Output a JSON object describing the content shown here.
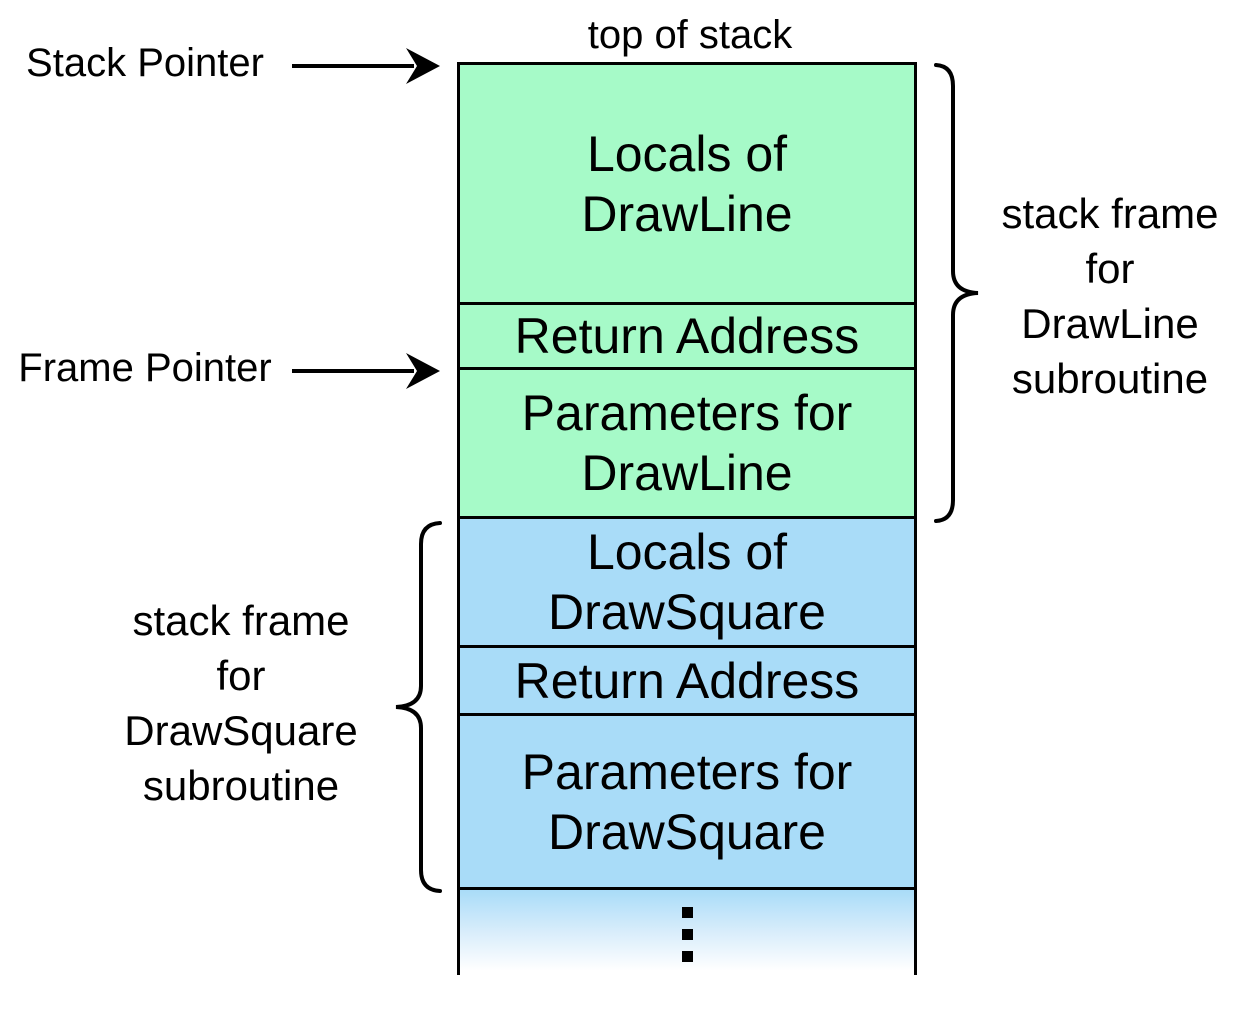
{
  "diagram": {
    "top_label": "top of stack",
    "stack_pointer": {
      "label": "Stack Pointer"
    },
    "frame_pointer": {
      "label": "Frame Pointer"
    },
    "stack_rows": [
      {
        "id": "locals-drawline",
        "frame": "DrawLine",
        "lines": [
          "Locals of",
          "DrawLine"
        ]
      },
      {
        "id": "return-address-drawline",
        "frame": "DrawLine",
        "lines": [
          "Return Address"
        ]
      },
      {
        "id": "parameters-drawline",
        "frame": "DrawLine",
        "lines": [
          "Parameters for",
          "DrawLine"
        ]
      },
      {
        "id": "locals-drawsquare",
        "frame": "DrawSquare",
        "lines": [
          "Locals of",
          "DrawSquare"
        ]
      },
      {
        "id": "return-address-drawsquare",
        "frame": "DrawSquare",
        "lines": [
          "Return Address"
        ]
      },
      {
        "id": "parameters-drawsquare",
        "frame": "DrawSquare",
        "lines": [
          "Parameters for",
          "DrawSquare"
        ]
      }
    ],
    "right_brace_label": {
      "lines": [
        "stack frame",
        "for",
        "DrawLine",
        "subroutine"
      ]
    },
    "left_brace_label": {
      "lines": [
        "stack frame",
        "for",
        "DrawSquare",
        "subroutine"
      ]
    },
    "ellipsis_icon": "vertical-ellipsis",
    "colors": {
      "drawline_frame_fill": "#a6fac8",
      "drawsquare_frame_fill": "#a9dcf8",
      "outline": "#000000",
      "text": "#000000",
      "background": "#ffffff"
    }
  }
}
